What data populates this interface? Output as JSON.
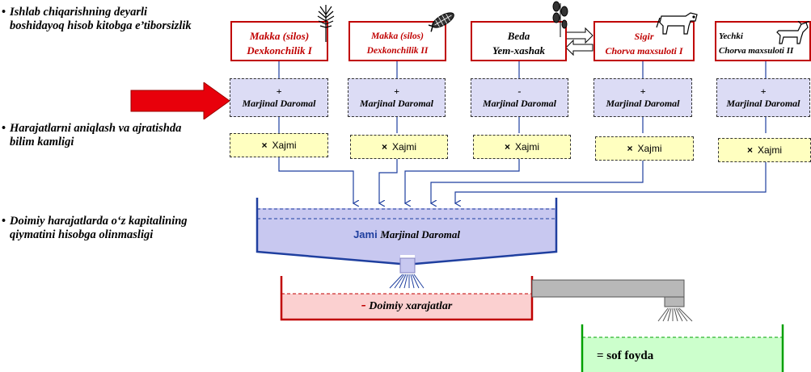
{
  "bullets": [
    {
      "text": "Ishlab chiqarishning deyarli boshidayoq hisob kitobga e’tiborsizlik"
    },
    {
      "text": "Harajatlarni aniqlash va ajratishda bilim kamligi"
    },
    {
      "text": "Doimiy harajatlarda o‘z kapitalining qiymatini hisobga olinmasligi"
    }
  ],
  "crops": [
    {
      "line1": "Makka (silos)",
      "line2": "Dexkonchilik I",
      "sign": "+",
      "margin_label": "Marjinal Daromal",
      "volume_label": "Xajmi",
      "icon": "wheat-icon"
    },
    {
      "line1": "Makka (silos)",
      "line2": "Dexkonchilik II",
      "sign": "+",
      "margin_label": "Marjinal Daromal",
      "volume_label": "Xajmi",
      "icon": "corn-icon"
    },
    {
      "line1": "Beda",
      "line2": "Yem-xashak",
      "sign": "-",
      "margin_label": "Marjinal Daromal",
      "volume_label": "Xajmi",
      "icon": "alfalfa-icon"
    },
    {
      "line1": "Sigir",
      "line2": "Chorva maxsuloti I",
      "sign": "+",
      "margin_label": "Marjinal Daromal",
      "volume_label": "Xajmi",
      "icon": "cow-icon"
    },
    {
      "line1": "Yechki",
      "line2": "Chorva maxsuloti II",
      "sign": "+",
      "margin_label": "Marjinal Daromal",
      "volume_label": "Xajmi",
      "icon": "goat-icon"
    }
  ],
  "times_symbol": "×",
  "pool": {
    "prefix": "Jami",
    "label": "Marjinal Daromal"
  },
  "fixed": {
    "sign": "-",
    "label": "Doimiy xarajatlar"
  },
  "profit": {
    "label": "= sof foyda"
  },
  "colors": {
    "red": "#c00000",
    "blue_fill": "#c8c8f0",
    "pink_fill": "#fbd0d0",
    "green_fill": "#ccffcc",
    "yellow_fill": "#ffffc0",
    "arrow_blue": "#1f3f9f"
  }
}
